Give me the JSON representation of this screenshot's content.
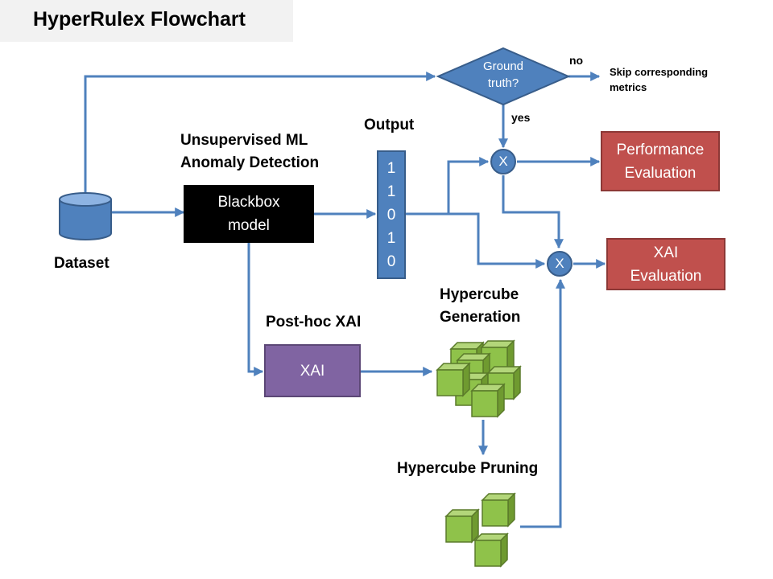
{
  "title": "HyperRulex Flowchart",
  "nodes": {
    "dataset": "Dataset",
    "unsupervised_line1": "Unsupervised ML",
    "unsupervised_line2": "Anomaly Detection",
    "blackbox_line1": "Blackbox",
    "blackbox_line2": "model",
    "output_label": "Output",
    "output_bits": [
      "1",
      "1",
      "0",
      "1",
      "0"
    ],
    "ground_truth_line1": "Ground",
    "ground_truth_line2": "truth?",
    "no_label": "no",
    "yes_label": "yes",
    "skip_line1": "Skip corresponding",
    "skip_line2": "metrics",
    "multiply_symbol": "X",
    "perf_line1": "Performance",
    "perf_line2": "Evaluation",
    "xai_eval_line1": "XAI",
    "xai_eval_line2": "Evaluation",
    "posthoc_label": "Post-hoc XAI",
    "xai_box": "XAI",
    "hypercube_gen_line1": "Hypercube",
    "hypercube_gen_line2": "Generation",
    "hypercube_pruning": "Hypercube Pruning"
  },
  "colors": {
    "arrow": "#4f81bd",
    "node_blue": "#4f81bd",
    "blackbox": "#000000",
    "xai_purple": "#8064a2",
    "evaluation_red": "#c0504d",
    "cube_green": "#8fc24a"
  }
}
